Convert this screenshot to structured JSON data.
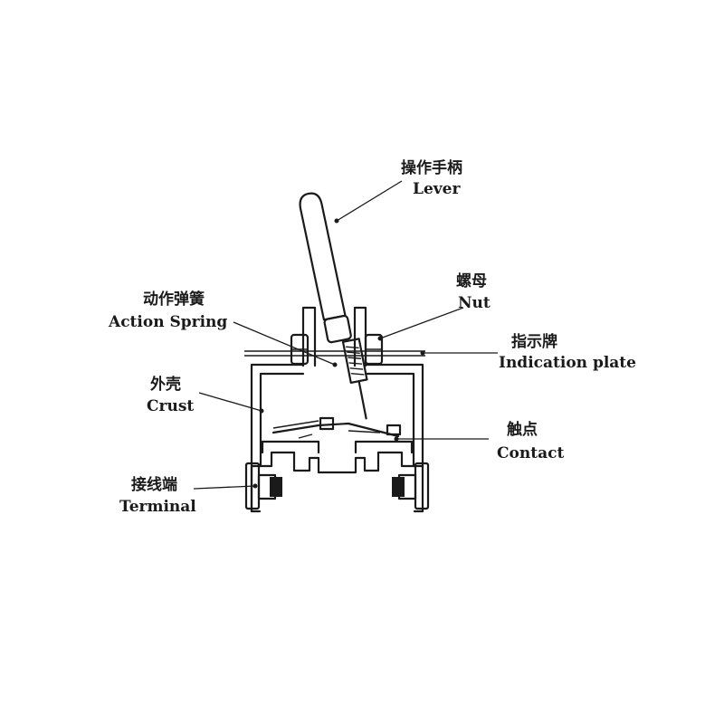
{
  "labels": {
    "lever": {
      "zh": "操作手柄",
      "en": "Lever"
    },
    "nut": {
      "zh": "螺母",
      "en": "Nut"
    },
    "action_spring": {
      "zh": "动作弹簧",
      "en": "Action Spring"
    },
    "indication_plate": {
      "zh": "指示牌",
      "en": "Indication plate"
    },
    "crust": {
      "zh": "外壳",
      "en": "Crust"
    },
    "contact": {
      "zh": "触点",
      "en": "Contact"
    },
    "terminal": {
      "zh": "接线端",
      "en": "Terminal"
    }
  }
}
